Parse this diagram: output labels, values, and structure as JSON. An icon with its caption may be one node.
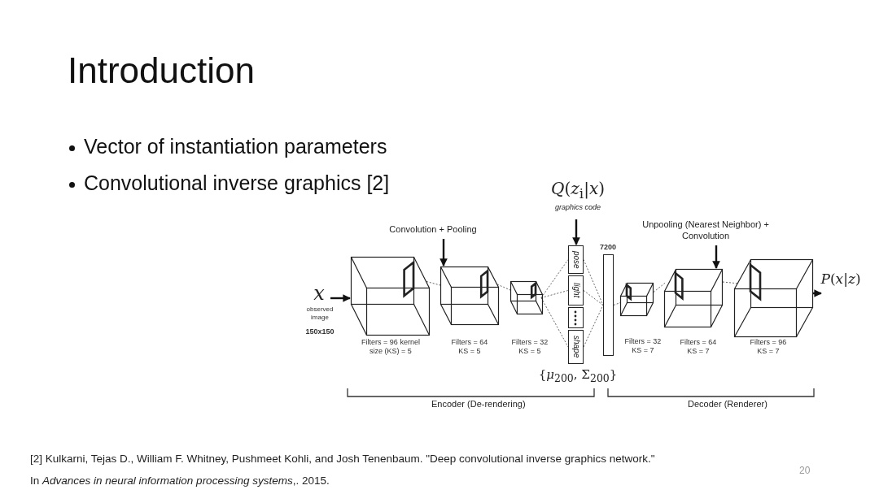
{
  "diagram": {
    "title": "Introduction",
    "nodes": [
      {
        "text": [
          "x"
        ],
        "beside": [
          "observed image",
          "150x150"
        ]
      },
      {
        "text": [],
        "shape": "cube",
        "beside": [
          "Filters = 96 kernel size (KS) = 5"
        ]
      },
      {
        "text": [],
        "shape": "cube",
        "beside": [
          "Filters = 64 KS = 5"
        ]
      },
      {
        "text": [],
        "shape": "cube",
        "beside": [
          "Filters = 32 KS = 5"
        ]
      },
      {
        "text": [
          "pose"
        ]
      },
      {
        "text": [
          "light"
        ]
      },
      {
        "text": [],
        "shape": "box"
      },
      {
        "text": [
          "shape"
        ]
      },
      {
        "text": [],
        "shape": "bar",
        "beside": [
          "7200"
        ]
      },
      {
        "text": [],
        "shape": "cube"
      },
      {
        "text": [],
        "shape": "cube",
        "beside": [
          "Filters = 64 KS = 7"
        ]
      },
      {
        "text": [],
        "shape": "cube",
        "beside": [
          "Filters = 96 KS = 7"
        ]
      },
      {
        "text": [
          "*Q*(*z*$_{i}$|*x*)",
          "graphics code"
        ]
      },
      {
        "text": [
          "Convolution + Pooling"
        ]
      },
      {
        "text": [
          "Unpooling (Nearest Neighbor) + Convolution"
        ]
      },
      {
        "text": [
          "*P*(*x*|*z*)"
        ]
      }
    ],
    "edges": [
      {
        "from": 0,
        "to": 1,
        "arrow": "to"
      },
      {
        "from": 13,
        "to": 2,
        "arrow": "to"
      },
      {
        "from": 12,
        "to": 4,
        "arrow": "to"
      },
      {
        "from": 14,
        "to": 10,
        "arrow": "to"
      },
      {
        "from": 11,
        "to": 15,
        "arrow": "to"
      },
      {
        "from": 1,
        "to": 2,
        "arrow": "none",
        "style": "dashed"
      },
      {
        "from": 2,
        "to": 3,
        "arrow": "none",
        "style": "dashed"
      },
      {
        "from": 3,
        "to": 4,
        "arrow": "none",
        "style": "dashed"
      },
      {
        "from": 3,
        "to": 5,
        "arrow": "none",
        "style": "dashed"
      },
      {
        "from": 3,
        "to": 7,
        "arrow": "none",
        "style": "dashed"
      },
      {
        "from": 4,
        "to": 8,
        "arrow": "none",
        "style": "dashed"
      },
      {
        "from": 5,
        "to": 8,
        "arrow": "none",
        "style": "dashed"
      },
      {
        "from": 7,
        "to": 8,
        "arrow": "none",
        "style": "dashed"
      },
      {
        "from": 8,
        "to": 9,
        "arrow": "none",
        "style": "dashed"
      },
      {
        "from": 9,
        "to": 10,
        "arrow": "none",
        "style": "dashed"
      },
      {
        "from": 10,
        "to": 11,
        "arrow": "none",
        "style": "dashed"
      }
    ],
    "labels": [
      "Vector of instantiation parameters",
      "Convolutional inverse graphics [2]",
      "{*μ*$_{200}$, Σ$_{200}$}",
      "Encoder (De-rendering)",
      "Decoder (Renderer)",
      "[2] Kulkarni, Tejas D., William F. Whitney, Pushmeet Kohli, and Josh Tenenbaum. \"Deep convolutional inverse graphics network.\"",
      "In *Advances in neural information processing systems*,. 2015.",
      "20",
      "Filters = 32 KS = 7"
    ]
  }
}
